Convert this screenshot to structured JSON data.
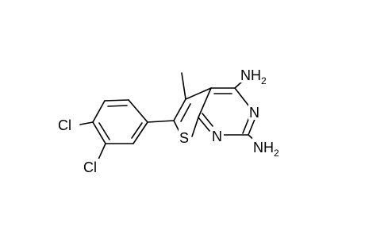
{
  "molecule": {
    "atoms": {
      "nh2_top": "NH2",
      "nh2_right": "NH2",
      "n_ring_top": "N",
      "n_ring_bottom": "N",
      "s_ring": "S",
      "cl_top": "Cl",
      "cl_bottom": "Cl"
    }
  },
  "colors": {
    "bond": "#000000",
    "text": "#000000",
    "background": "#ffffff"
  }
}
